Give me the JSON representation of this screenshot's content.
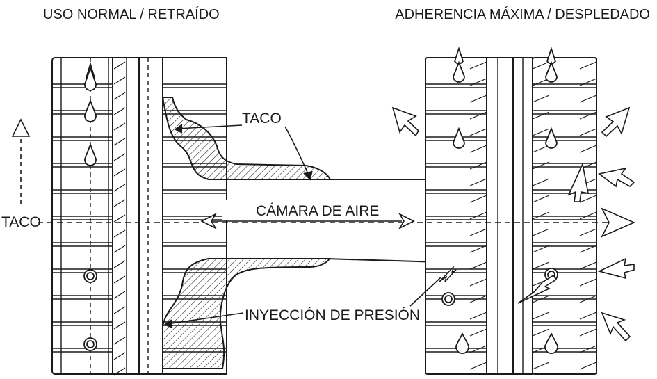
{
  "headers": {
    "left": "USO NORMAL / RETRAÍDO",
    "right": "ADHERENCIA MÁXIMA / DESPLEDADO"
  },
  "labels": {
    "taco_upper": "TACO",
    "taco_axis": "TACO",
    "air_chamber": "CÁMARA DE AIRE",
    "pressure_injection": "INYECCIÓN DE PRESIÓN"
  },
  "colors": {
    "ink": "#1a1a1a",
    "background": "#ffffff"
  },
  "icons": {
    "stud_up": "spike-up-icon",
    "stud_retracted": "circle-stud-icon",
    "airflow": "airflow-arrow-icon"
  }
}
